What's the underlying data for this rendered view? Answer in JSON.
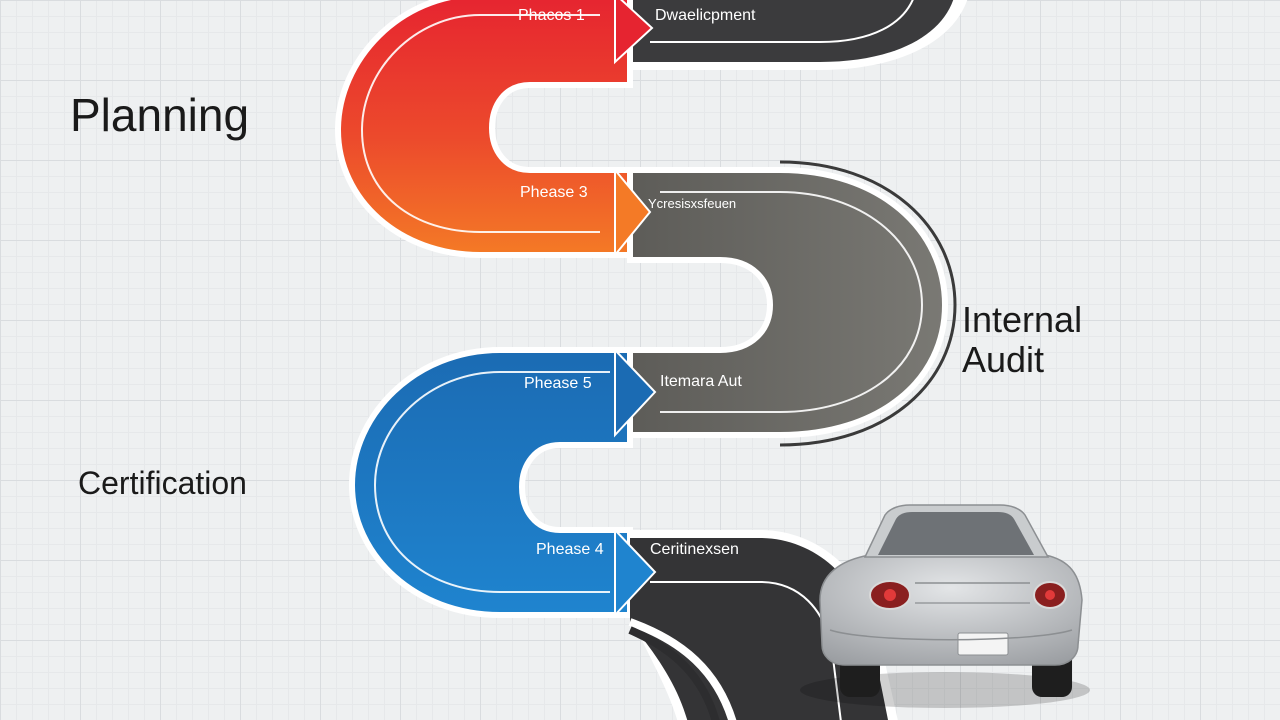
{
  "side_labels": {
    "planning": "Planning",
    "internal_audit": "Internal Audit",
    "certification": "Certification"
  },
  "phases": [
    {
      "phase": "Phacos 1",
      "stage": "Dwaelicpment"
    },
    {
      "phase": "Phease 3",
      "stage": "Ycresisxsfeuen"
    },
    {
      "phase": "Phease 5",
      "stage": "Itemara Aut"
    },
    {
      "phase": "Phease 4",
      "stage": "Ceritinexsen"
    }
  ],
  "colors": {
    "red": "#e62430",
    "orange": "#f2722a",
    "dark_gray": "#3c3c3e",
    "mid_gray": "#6d6c68",
    "blue": "#1a6fb8",
    "road_border": "#ffffff",
    "car": "#b9bcbf"
  },
  "icons": [
    "car-icon"
  ]
}
